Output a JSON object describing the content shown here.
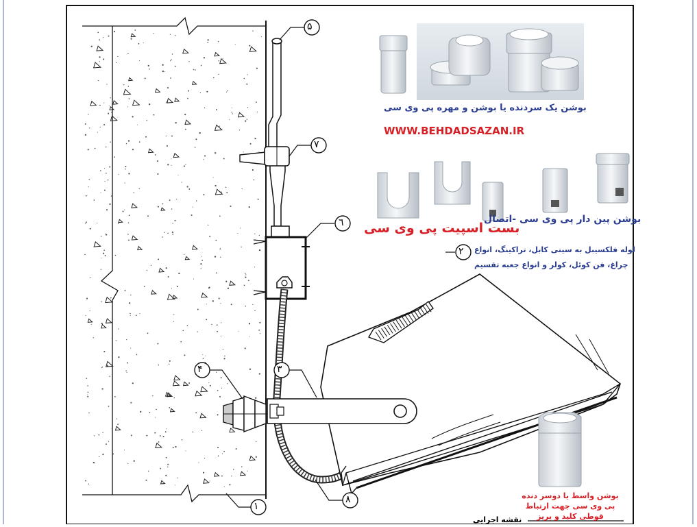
{
  "callouts": [
    "١",
    "٢",
    "٣",
    "۴",
    "۵",
    "٦",
    "٧",
    "٨"
  ],
  "captions": {
    "coupling_nut": "بوشن یک سردنده یا بوشن و مهره پی وی سی",
    "website": "WWW.BEHDADSAZAN.IR",
    "pin_bushing": "بوشن پین دار پی وی سی -اتصال",
    "spacer_clip": "بست اسپیت پی وی سی",
    "flexible_line1": "لوله فلکسیبل به سینی کابل، تراکینگ، انواع",
    "flexible_line2": "چراغ، فن کوئل، کولر و انواع جعبه تقسیم",
    "double_bushing": "بوشن واسط یا دوسر دنده پی وی سی جهت ارتباط قوطی کلید و پریز",
    "bottom_title": "نقشه اجرایی"
  },
  "colors": {
    "caption_blue": "#2a3d8f",
    "caption_red": "#d61f26",
    "pvc_white": "#e9ecef",
    "photo_bg": "#dde4ea"
  }
}
